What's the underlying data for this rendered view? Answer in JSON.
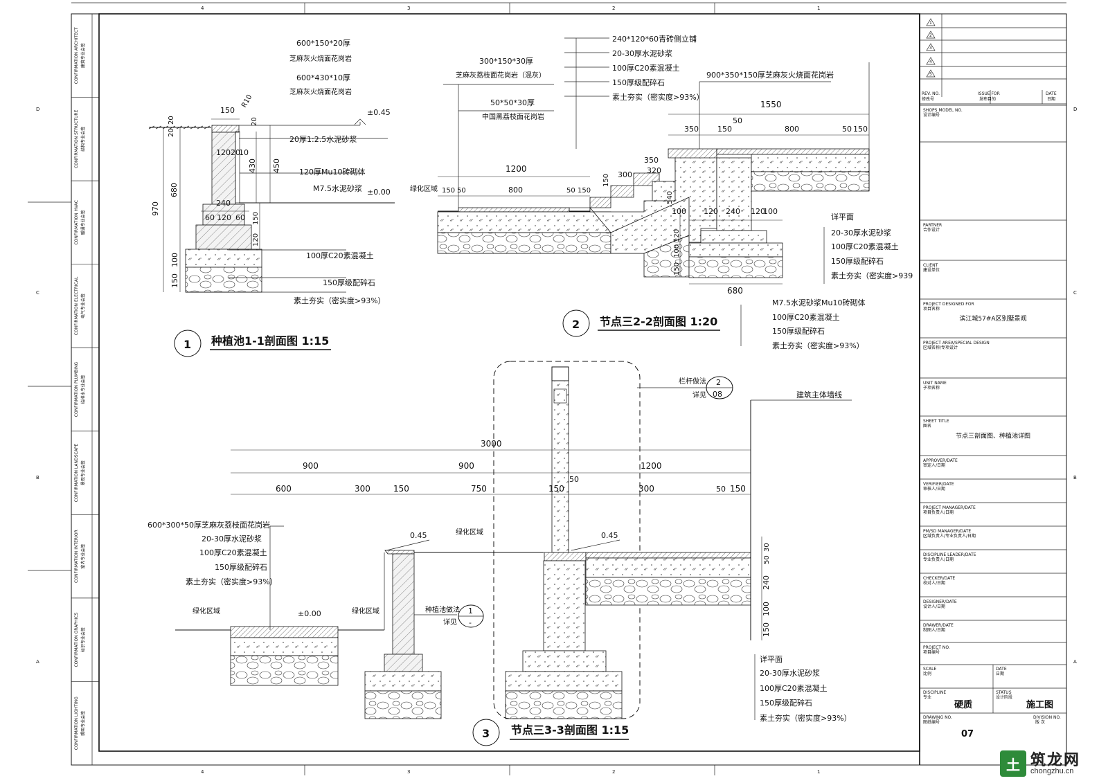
{
  "sec1": {
    "title": "种植池1-1剖面图 1:15",
    "num": "1",
    "notes_top": [
      "600*150*20厚",
      "芝麻灰火烧面花岗岩",
      "600*430*10厚",
      "芝麻灰火烧面花岗岩"
    ],
    "notes_mid": [
      "20厚1:2.5水泥砂浆",
      "120厚Mu10砖砌体",
      "M7.5水泥砂浆"
    ],
    "notes_bot": [
      "100厚C20素混凝土",
      "150厚级配碎石",
      "素土夯实（密实度>93%）"
    ],
    "elev_top": "±0.45",
    "elev_bot": "±0.00",
    "dims": [
      "150",
      "R10",
      "20",
      "20",
      "20",
      "120",
      "20",
      "10",
      "430",
      "450",
      "680",
      "970",
      "240",
      "60",
      "120",
      "60",
      "150",
      "120",
      "100",
      "150"
    ]
  },
  "sec2": {
    "title": "节点三2-2剖面图 1:20",
    "num": "2",
    "notes_top": [
      "240*120*60青砖侧立铺",
      "20-30厚水泥砂浆",
      "100厚C20素混凝土",
      "150厚级配碎石",
      "素土夯实（密实度>93%）"
    ],
    "note_a": [
      "300*150*30厚",
      "芝麻灰荔枝面花岗岩（混灰）"
    ],
    "note_b": [
      "50*50*30厚",
      "中国黑荔枝面花岗岩"
    ],
    "note_c": "900*350*150厚芝麻灰火烧面花岗岩",
    "green": "绿化区域",
    "notes_right": [
      "详平面",
      "20-30厚水泥砂浆",
      "100厚C20素混凝土",
      "150厚级配碎石",
      "素土夯实（密实度>939"
    ],
    "notes_bottom": [
      "M7.5水泥砂浆Mu10砖砌体",
      "100厚C20素混凝土",
      "150厚级配碎石",
      "素土夯实（密实度>93%）"
    ],
    "dims": [
      "1550",
      "350",
      "150",
      "50",
      "800",
      "50",
      "150",
      "350",
      "320",
      "300",
      "150",
      "540",
      "1200",
      "150",
      "50",
      "800",
      "50",
      "150",
      "100",
      "120",
      "240",
      "120",
      "100",
      "120",
      "100",
      "150",
      "680"
    ]
  },
  "sec3": {
    "title": "节点三3-3剖面图 1:15",
    "num": "3",
    "notes_left": [
      "600*300*50厚芝麻灰荔枝面花岗岩",
      "20-30厚水泥砂浆",
      "100厚C20素混凝土",
      "150厚级配碎石",
      "素土夯实（密实度>93%）"
    ],
    "green1": "绿化区域",
    "green2": "绿化区域",
    "green3": "绿化区域",
    "elev0": "±0.00",
    "elev1": "0.45",
    "elev2": "0.45",
    "ref1": [
      "栏杆做法",
      "详见"
    ],
    "ref1_num": [
      "2",
      "08"
    ],
    "ref2": [
      "种植池做法",
      "详见"
    ],
    "ref2_num": [
      "1",
      "-"
    ],
    "wall": "建筑主体墙线",
    "notes_right": [
      "详平面",
      "20-30厚水泥砂浆",
      "100厚C20素混凝土",
      "150厚级配碎石",
      "素土夯实（密实度>93%）"
    ],
    "dims_top": [
      "3000"
    ],
    "dims_mid": [
      "900",
      "900",
      "1200"
    ],
    "dims_bot": [
      "600",
      "300",
      "150",
      "750",
      "150",
      "50",
      "300",
      "50",
      "150"
    ],
    "dims_right": [
      "30",
      "50",
      "240",
      "100",
      "150"
    ]
  },
  "titleblock": {
    "revs": [
      "1",
      "2",
      "3",
      "4",
      "5"
    ],
    "rev_head": [
      "REV. NO.",
      "ISSUE FOR",
      "DATE"
    ],
    "rev_head_cn": [
      "修改号",
      "发布目的",
      "日期"
    ],
    "fields": [
      {
        "en": "SHOPS MODEL NO.",
        "cn": "设计编号"
      },
      {
        "en": "PARTNER",
        "cn": "合作设计"
      },
      {
        "en": "CLIENT",
        "cn": "建设单位"
      },
      {
        "en": "PROJECT DESIGNED FOR",
        "cn": "项目名称",
        "value": "滨江城57#A区别墅景观"
      },
      {
        "en": "PROJECT AREA/SPECIAL DESIGN",
        "cn": "区域名称/专项设计"
      },
      {
        "en": "UNIT NAME",
        "cn": "子项名称"
      },
      {
        "en": "SHEET TITLE",
        "cn": "图名",
        "value": "节点三剖面图、种植池详图"
      },
      {
        "en": "APPROVER/DATE",
        "cn": "审定人/日期"
      },
      {
        "en": "VERIFIER/DATE",
        "cn": "审核人/日期"
      },
      {
        "en": "PROJECT MANAGER/DATE",
        "cn": "项目负责人/日期"
      },
      {
        "en": "PM/SD MANAGER/DATE",
        "cn": "区域负责人/专业负责人/日期"
      },
      {
        "en": "DISCIPLINE LEADER/DATE",
        "cn": "专业负责人/日期"
      },
      {
        "en": "CHECKER/DATE",
        "cn": "校对人/日期"
      },
      {
        "en": "DESIGNER/DATE",
        "cn": "设计人/日期"
      },
      {
        "en": "DRAWER/DATE",
        "cn": "制图人/日期"
      },
      {
        "en": "PROJECT NO.",
        "cn": "项目编号"
      }
    ],
    "scale_en": "SCALE",
    "scale_cn": "比例",
    "date_en": "DATE",
    "date_cn": "日期",
    "disc_en": "DISCIPLINE",
    "disc_cn": "专业",
    "disc_val": "硬质",
    "status_en": "STATUS",
    "status_cn": "设计阶段",
    "status_val": "施工图",
    "dwg_en": "DRAWING NO.",
    "dwg_cn": "图纸编号",
    "dwg_val": "07",
    "div_en": "DIVISION NO.",
    "div_cn": "版 次"
  },
  "left_strip": [
    {
      "en": "CONFIRMATION ARCHITECT",
      "cn": "建筑专业会签"
    },
    {
      "en": "CONFIRMATION STRUCTURE",
      "cn": "结构专业会签"
    },
    {
      "en": "CONFIRMATION HVAC",
      "cn": "暖通专业会签"
    },
    {
      "en": "CONFIRMATION ELECTRICAL",
      "cn": "电气专业会签"
    },
    {
      "en": "CONFIRMATION PLUMBING",
      "cn": "给排水专业会签"
    },
    {
      "en": "CONFIRMATION LANDSCAPE",
      "cn": "景观专业会签"
    },
    {
      "en": "CONFIRMATION INTERIOR",
      "cn": "室内专业会签"
    },
    {
      "en": "CONFIRMATION GRAPHICS",
      "cn": "标识专业会签"
    },
    {
      "en": "CONFIRMATION LIGHTING",
      "cn": "照明专业会签"
    }
  ],
  "border_cols": [
    "4",
    "3",
    "2",
    "1"
  ],
  "border_rows": [
    "D",
    "C",
    "B",
    "A"
  ],
  "logo": {
    "mark": "土",
    "cn": "筑龙网",
    "en": "chongzhu.cn"
  }
}
